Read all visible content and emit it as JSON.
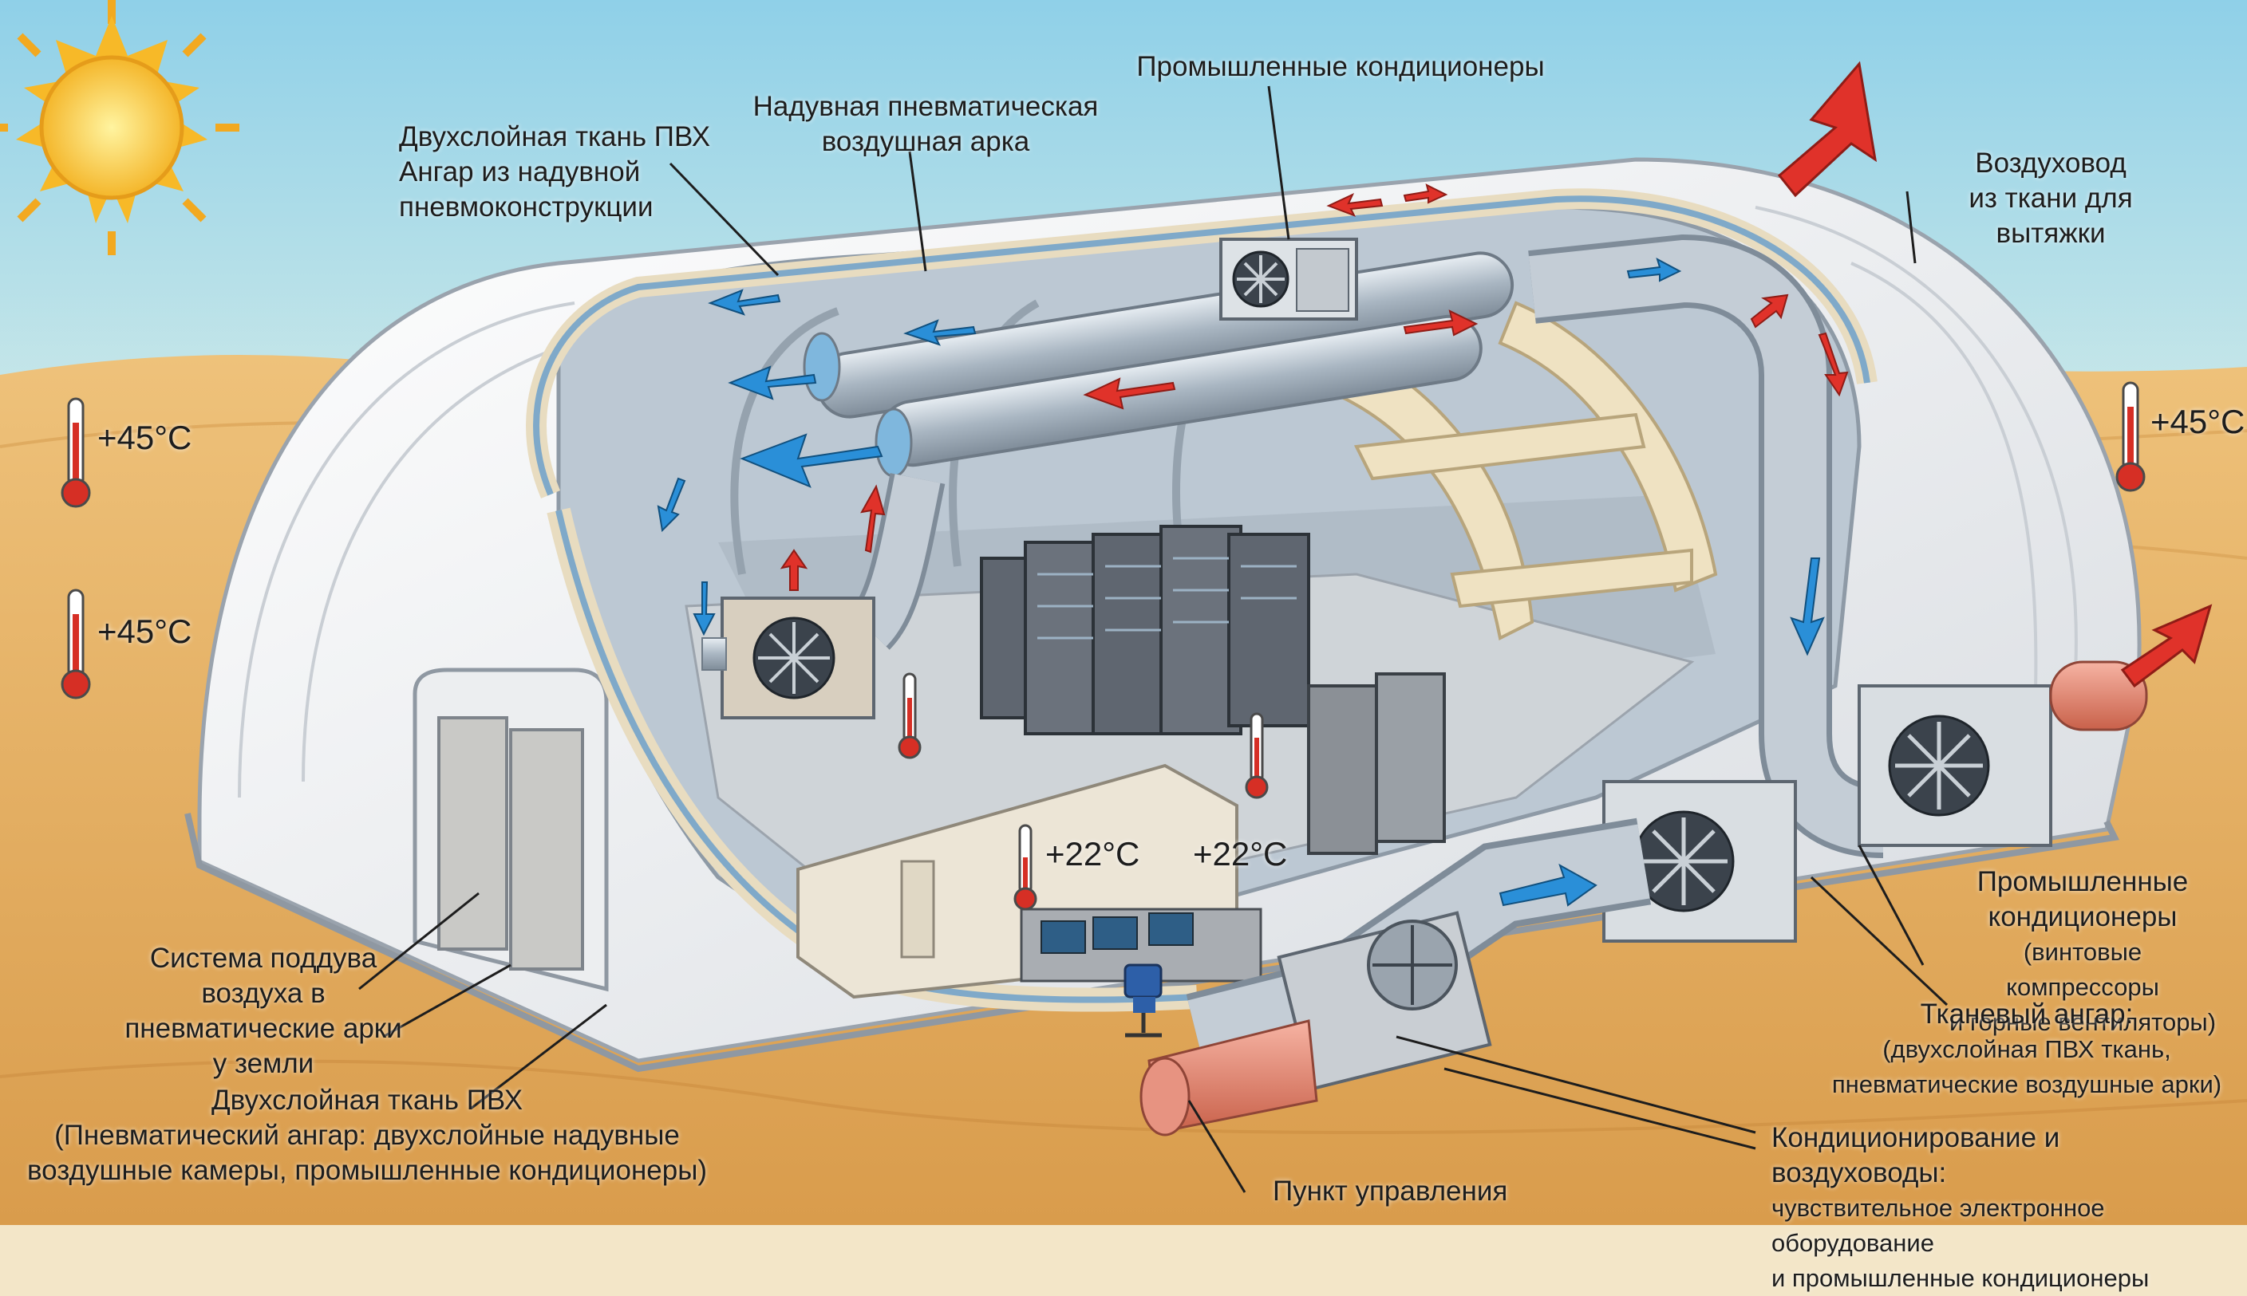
{
  "colors": {
    "sky_top": "#9fd6ea",
    "sand": "#e9b765",
    "hangar": "#f3f3f1",
    "duct": "#b9c4cf",
    "cold_arrow": "#2a8fd8",
    "hot_arrow": "#e0322a",
    "fabric_beam": "#efe2c2",
    "rack": "#5f6670"
  },
  "icons": [
    "sun-icon",
    "thermometer-icon",
    "fan-icon",
    "arrow-icon",
    "server-rack-icon",
    "office-chair-icon"
  ],
  "labels": {
    "pvc_double": "Двухслойная ткань ПВХ",
    "hangar_inflatable_1": "Ангар из надувной",
    "hangar_inflatable_2": "пневмоконструкции",
    "air_arch_1": "Надувная пневматическая",
    "air_arch_2": "воздушная арка",
    "industrial_ac_top": "Промышленные кондиционеры",
    "duct_exhaust_1": "Воздуховод",
    "duct_exhaust_2": "из ткани для",
    "duct_exhaust_3": "вытяжки",
    "blower_1": "Система поддува",
    "blower_2": "воздуха в",
    "blower_3": "пневматические арки",
    "blower_4": "у земли",
    "pvc_bottom_1": "Двухслойная ткань ПВХ",
    "pvc_bottom_2": "(Пневматический ангар: двухслойные надувные",
    "pvc_bottom_3": "воздушные камеры, промышленные кондиционеры)",
    "control_point": "Пункт управления",
    "ac_right_1": "Промышленные",
    "ac_right_2": "кондиционеры",
    "ac_right_3": "(винтовые компрессоры",
    "ac_right_4": "и горные вентиляторы)",
    "fabric_hangar_1": "Тканевый ангар:",
    "fabric_hangar_2": "(двухслойная ПВХ ткань,",
    "fabric_hangar_3": "пневматические воздушные арки)",
    "conditioning_1": "Кондиционирование и воздуховоды:",
    "conditioning_2": "чувствительное электронное оборудование",
    "conditioning_3": "и промышленные кондиционеры"
  },
  "temperatures": {
    "outside_left_top": "+45°C",
    "outside_left_bottom": "+45°C",
    "outside_right": "+45°C",
    "inside_office_1": "+22°C",
    "inside_office_2": "+22°C"
  }
}
